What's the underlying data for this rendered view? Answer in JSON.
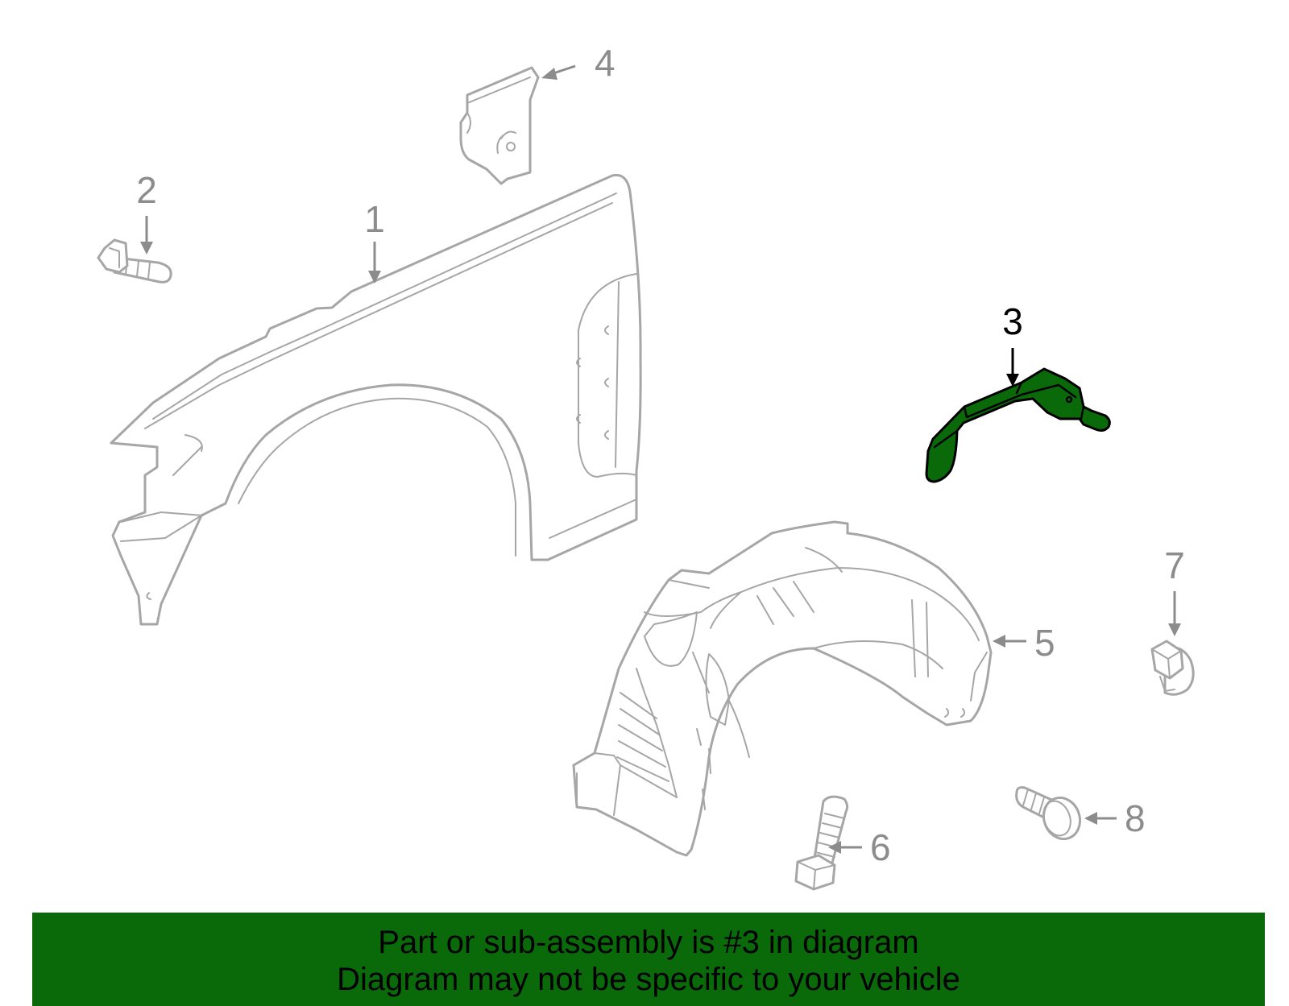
{
  "banner": {
    "line1": "Part or sub-assembly is #3 in diagram",
    "line2": "Diagram may not be specific to your vehicle",
    "background_color": "#0a6a0a"
  },
  "highlight": {
    "part_number": "3",
    "color": "#0a6a0a"
  },
  "callouts": {
    "c1": "1",
    "c2": "2",
    "c3": "3",
    "c4": "4",
    "c5": "5",
    "c6": "6",
    "c7": "7",
    "c8": "8"
  },
  "colors": {
    "line_art": "#a6a6a6",
    "callout_text": "#8c8c8c",
    "highlight_text": "#000000"
  }
}
